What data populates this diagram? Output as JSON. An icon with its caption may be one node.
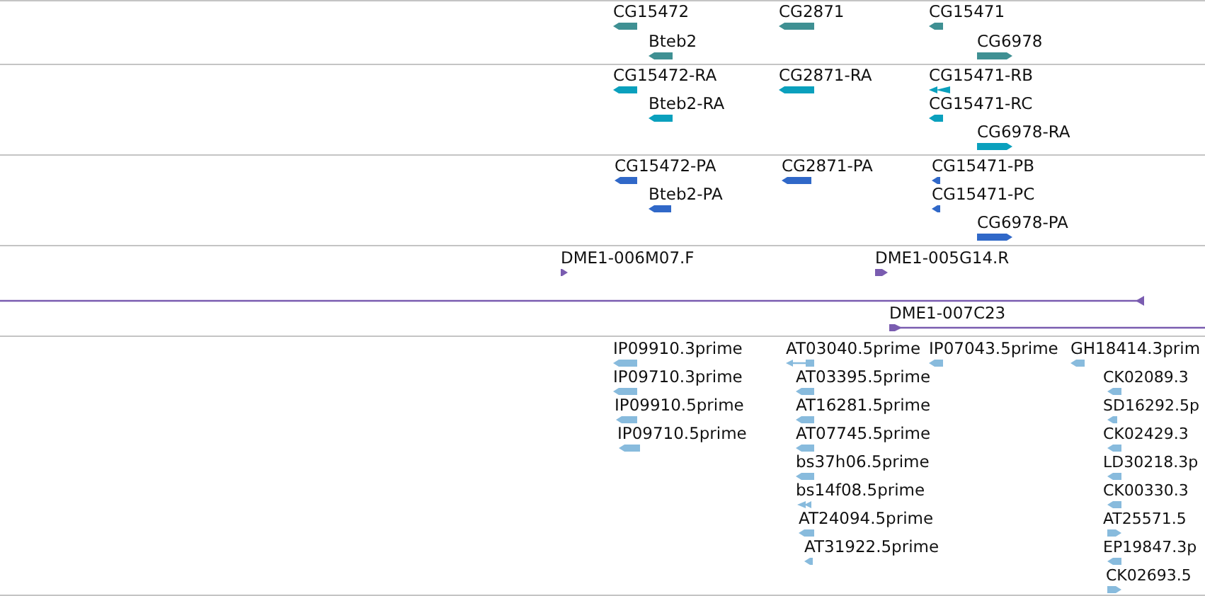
{
  "diagram": {
    "labels": [
      "CG15472",
      "CG2871",
      "CG15471",
      "Bteb2",
      "CG6978",
      "CG15472-RA",
      "CG2871-RA",
      "CG15471-RB",
      "Bteb2-RA",
      "CG15471-RC",
      "CG6978-RA",
      "CG15472-PA",
      "CG2871-PA",
      "CG15471-PB",
      "Bteb2-PA",
      "CG15471-PC",
      "CG6978-PA",
      "DME1-006M07.F",
      "DME1-005G14.R",
      "DME1-007C23",
      "IP09910.3prime",
      "AT03040.5prime",
      "IP07043.5prime",
      "GH18414.3prim",
      "IP09710.3prime",
      "AT03395.5prime",
      "CK02089.3",
      "IP09910.5prime",
      "AT16281.5prime",
      "SD16292.5p",
      "IP09710.5prime",
      "AT07745.5prime",
      "CK02429.3",
      "bs37h06.5prime",
      "LD30218.3p",
      "bs14f08.5prime",
      "CK00330.3",
      "AT24094.5prime",
      "AT25571.5",
      "AT31922.5prime",
      "EP19847.3p",
      "CK02693.5"
    ]
  }
}
